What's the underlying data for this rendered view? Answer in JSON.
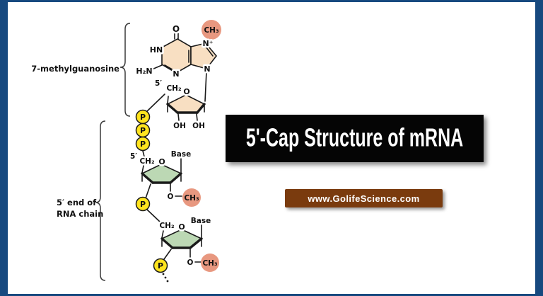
{
  "title_banner": {
    "text": "5'-Cap Structure of mRNA"
  },
  "site_banner": {
    "text": "www.GolifeScience.com"
  },
  "diagram": {
    "label_methylguanosine": "7-methylguanosine",
    "label_rna_end_1": "5′ end of",
    "label_rna_end_2": "RNA chain",
    "atom_O": "O",
    "atom_HN": "HN",
    "atom_H2N": "H₂N",
    "atom_N": "N",
    "atom_N_plus": "N⁺",
    "methyl": "CH₃",
    "methylene": "CH₂",
    "five_prime": "5′",
    "hydroxyl": "OH",
    "phosphate": "P",
    "base": "Base"
  },
  "colors": {
    "frame": "#17497f",
    "banner_bg": "#050505",
    "banner_text": "#ffffff",
    "site_bg": "#7a3b0e",
    "ring_fill": "#f8dfc2",
    "sugar_fill": "#bcd8b4",
    "methyl_fill": "#e89880",
    "phosphate_fill": "#ffe41e"
  }
}
